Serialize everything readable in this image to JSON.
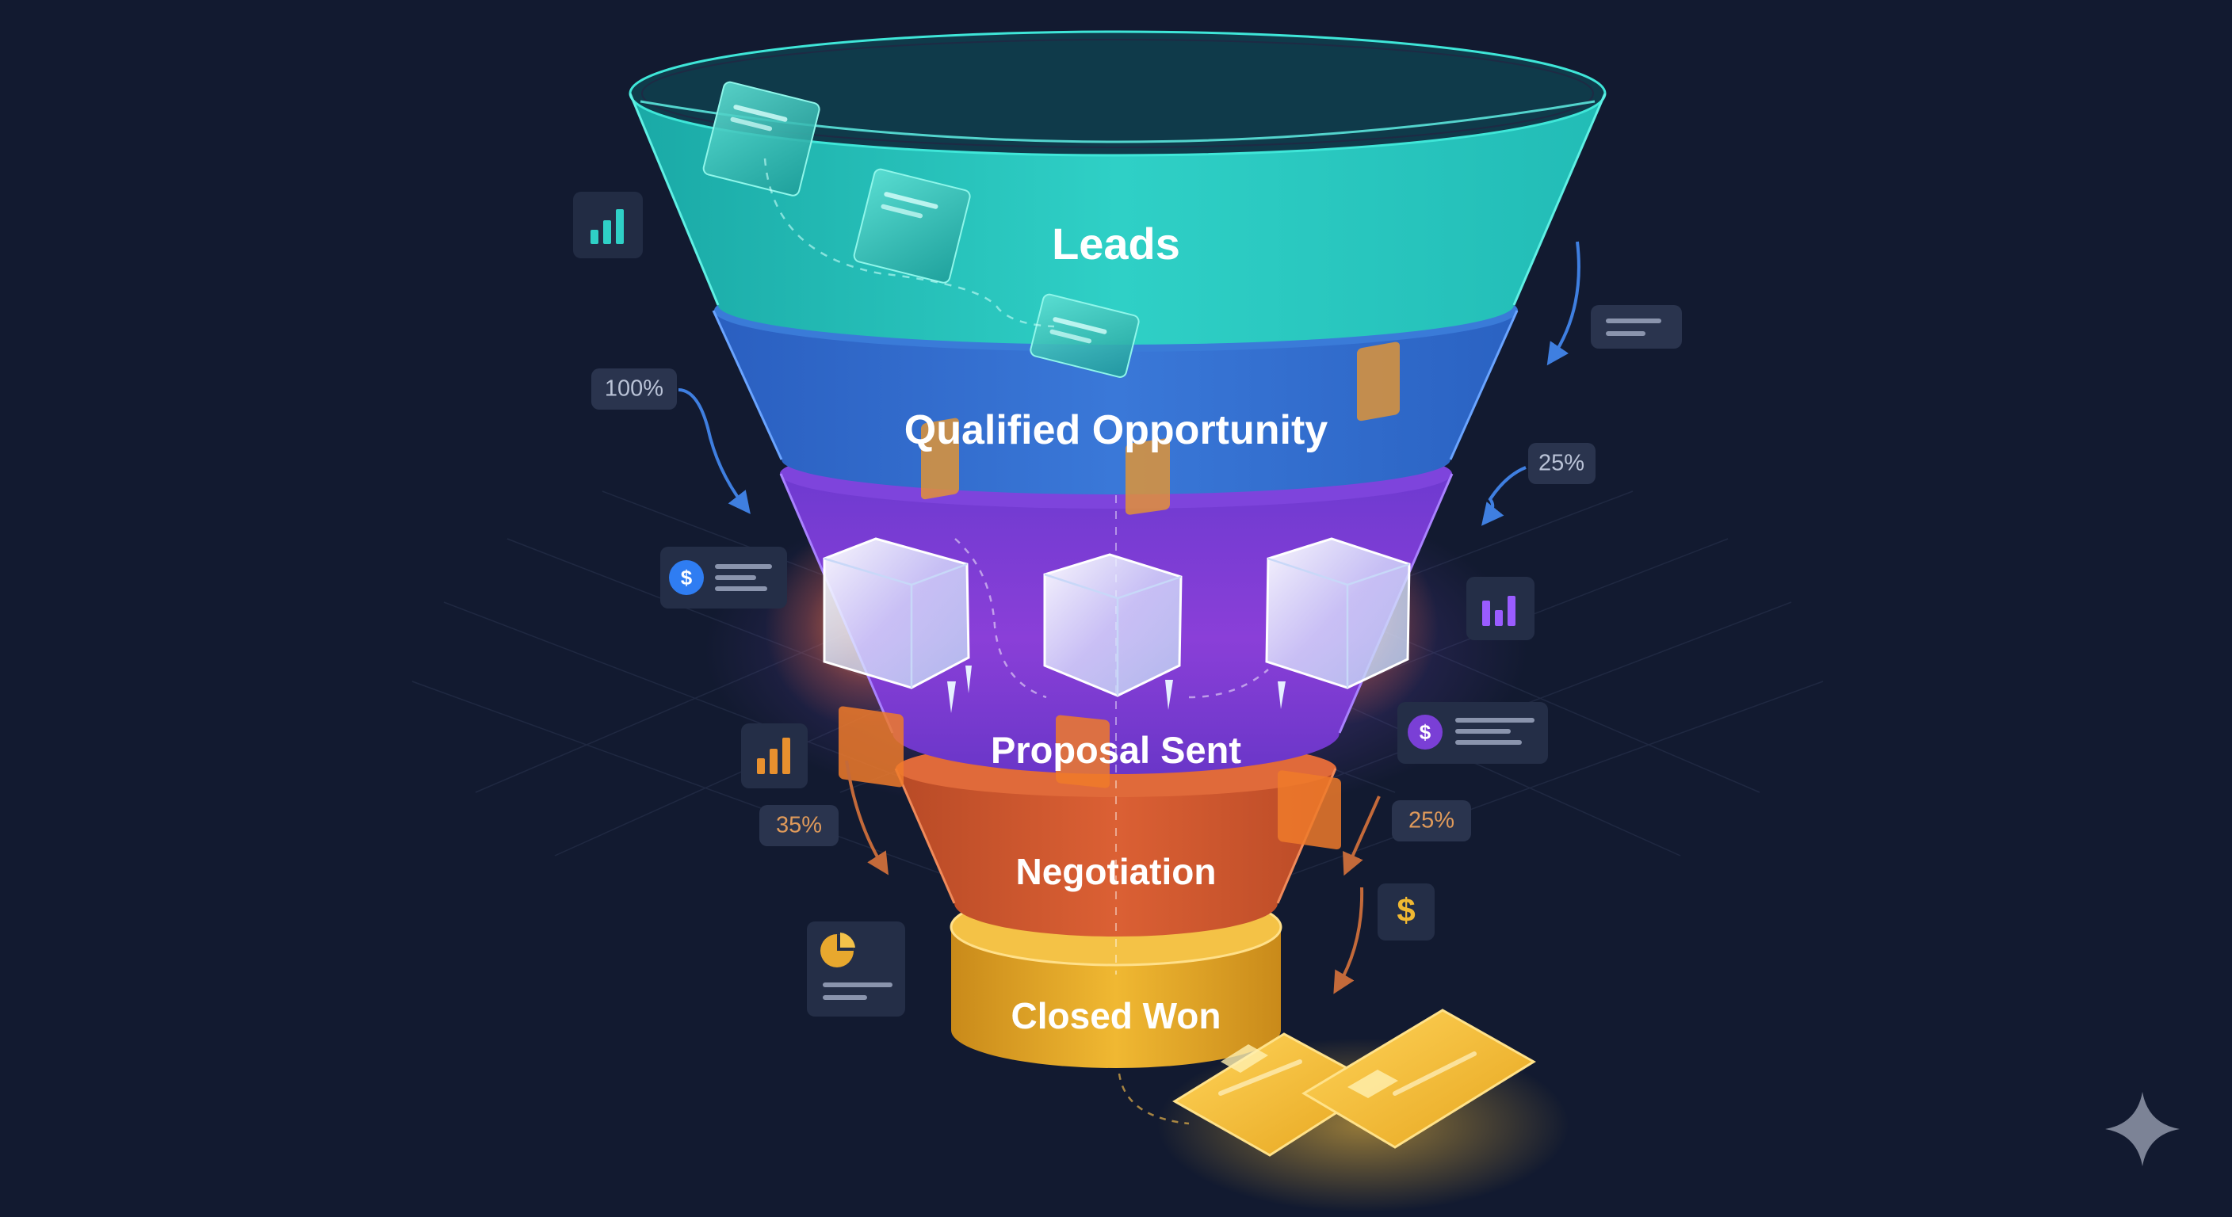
{
  "funnel": {
    "stages": [
      {
        "label": "Leads",
        "color": "#2cc9c0"
      },
      {
        "label": "Qualified Opportunity",
        "color": "#3470d0"
      },
      {
        "label": "Proposal Sent",
        "color": "#7a3fd6"
      },
      {
        "label": "Negotiation",
        "color": "#d45a2e"
      },
      {
        "label": "Closed Won",
        "color": "#e3a82a"
      }
    ]
  },
  "rates": {
    "qualified_entry": "100%",
    "qualified_exit": "25%",
    "proposal_left": "35%",
    "proposal_right": "25%"
  },
  "icons": {
    "dollar_symbol": "$"
  },
  "colors": {
    "background": "#121a30",
    "teal": "#2cc9c0",
    "blue": "#3470d0",
    "purple": "#7a3fd6",
    "orange": "#d45a2e",
    "gold": "#e3a82a"
  }
}
